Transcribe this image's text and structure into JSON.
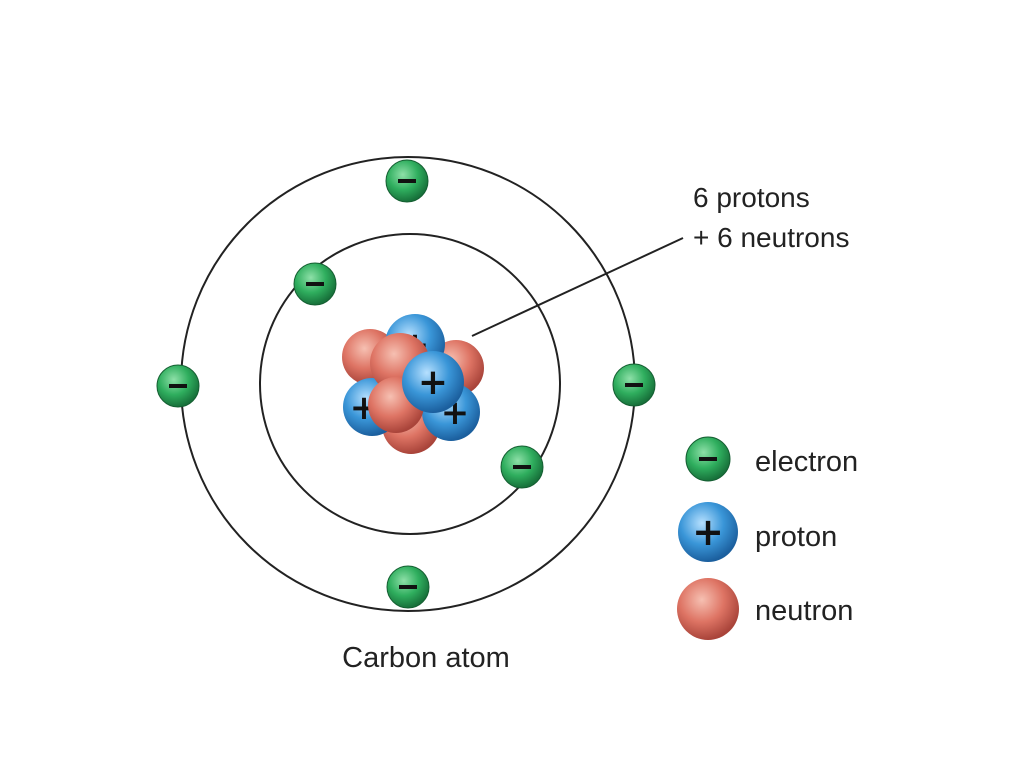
{
  "caption": "Carbon atom",
  "annotation": {
    "line1": "6 protons",
    "line2": "+ 6 neutrons"
  },
  "legend": [
    {
      "key": "electron",
      "label": "electron",
      "symbol": "−"
    },
    {
      "key": "proton",
      "label": "proton",
      "symbol": "+"
    },
    {
      "key": "neutron",
      "label": "neutron",
      "symbol": ""
    }
  ],
  "colors": {
    "electron": "#1f9a4e",
    "proton": "#2f86c8",
    "neutron": "#d9685c",
    "orbit": "#222222",
    "text": "#222222"
  },
  "icons": {
    "electron": "minus-sign",
    "proton": "plus-sign"
  }
}
